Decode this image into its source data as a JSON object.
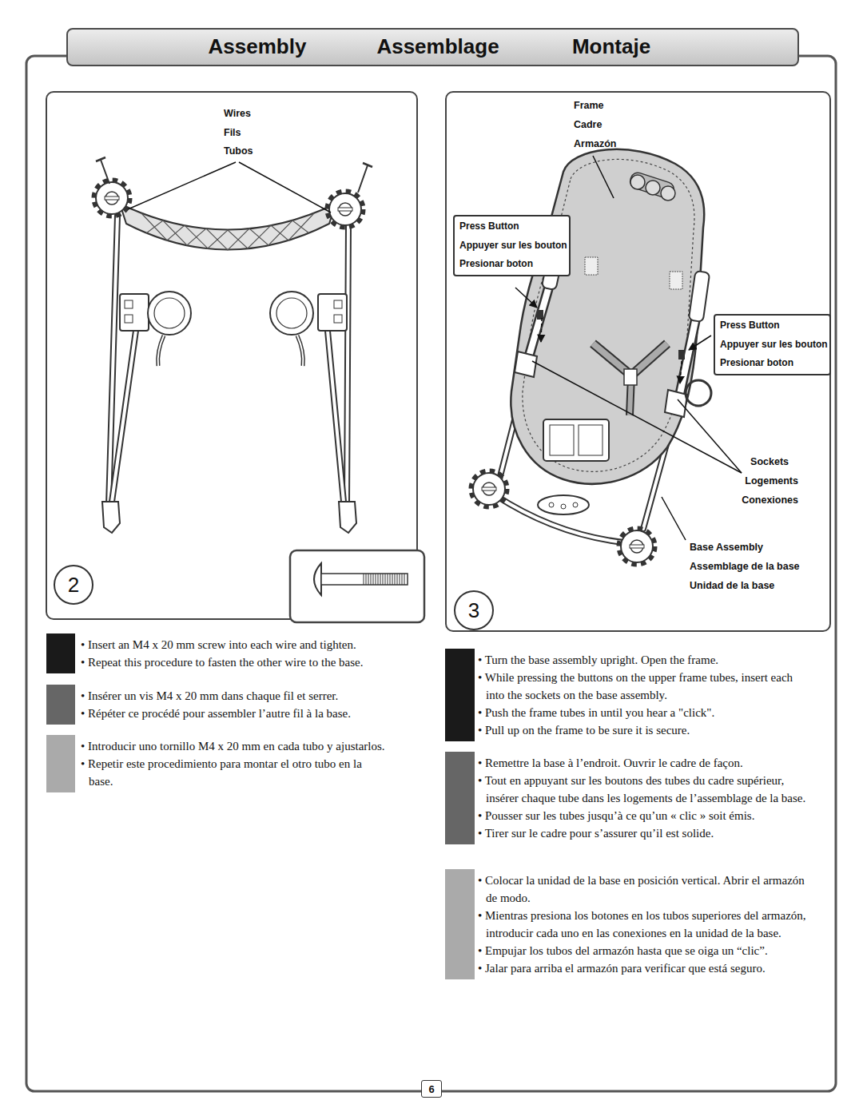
{
  "diagram": {
    "nodes": [
      {
        "text": [
          "Assembly",
          "Assemblage",
          "Montaje"
        ]
      },
      {
        "text": [
          "Wires",
          "Fils",
          "Tubos"
        ]
      },
      {
        "text": [
          "2"
        ],
        "in": 1
      },
      {
        "text": [
          "Frame",
          "Cadre",
          "Armazón",
          "Sockets",
          "Logements",
          "Conexiones",
          "Base Assembly",
          "Assemblage de la base",
          "Unidad de la base"
        ]
      },
      {
        "text": [
          "Press Button",
          "Appuyer sur les bouton",
          "Presionar boton"
        ],
        "in": 3
      },
      {
        "text": [
          "Press Button",
          "Appuyer sur les bouton",
          "Presionar boton"
        ],
        "in": 3
      },
      {
        "text": [
          "3"
        ],
        "in": 3
      },
      {
        "text": [
          "6"
        ]
      }
    ],
    "labels": [
      "• Insert an M4 x 20 mm screw into each wire and tighten.",
      "• Repeat this procedure to fasten the other wire to the base.",
      "• Insérer un vis M4 x 20 mm dans chaque fil et serrer.",
      "• Répéter ce procédé pour assembler l’autre fil à la base.",
      "• Introducir uno tornillo M4 x 20 mm en cada tubo y ajustarlos.",
      "• Repetir este procedimiento para montar el otro tubo en la base.",
      "• Turn the base assembly upright. Open the frame.",
      "• While pressing the buttons on the upper frame tubes, insert each into the sockets on the base assembly.",
      "• Push the frame tubes in until you hear a \"click\".",
      "• Pull up on the frame to be sure it is secure.",
      "• Remettre la base à l’endroit. Ouvrir le cadre de façon.",
      "• Tout en appuyant sur les boutons des tubes du cadre supérieur, insérer chaque tube dans les logements de l’assemblage de la base.",
      "• Pousser sur les tubes jusqu’à ce qu’un « clic » soit émis.",
      "• Tirer sur le cadre pour s’assurer qu’il est solide.",
      "• Colocar la unidad de la base en posición vertical. Abrir el armazón de modo.",
      "• Mientras presiona los botones en los tubos superiores del armazón, introducir cada uno en las conexiones en la unidad de la base.",
      "• Empujar los tubos del armazón hasta que se oiga un “clic”.",
      "• Jalar para arriba el armazón para verificar que está seguro."
    ]
  }
}
